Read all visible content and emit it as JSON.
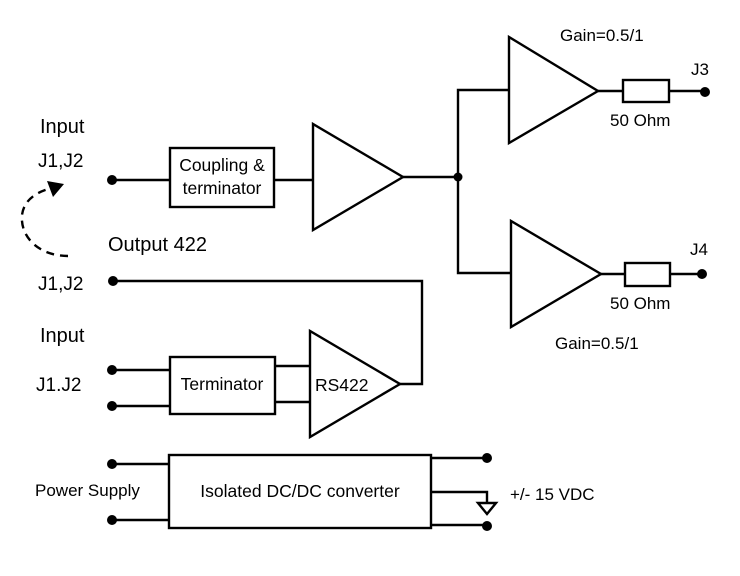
{
  "diagram": {
    "input_top": {
      "title": "Input",
      "connector": "J1,J2"
    },
    "coupling_block": {
      "line1": "Coupling &",
      "line2": "terminator"
    },
    "output_422": {
      "title": "Output 422",
      "connector": "J1,J2"
    },
    "input_bottom": {
      "title": "Input",
      "connector": "J1.J2"
    },
    "terminator_block": "Terminator",
    "rs422_amp": "RS422",
    "amp_upper": {
      "gain": "Gain=0.5/1",
      "resistor": "50 Ohm",
      "connector": "J3"
    },
    "amp_lower": {
      "gain": "Gain=0.5/1",
      "resistor": "50 Ohm",
      "connector": "J4"
    },
    "power": {
      "label": "Power Supply",
      "converter": "Isolated DC/DC converter",
      "output": "+/- 15 VDC"
    },
    "loopback_arrow": "loopback-dashed-arrow"
  }
}
